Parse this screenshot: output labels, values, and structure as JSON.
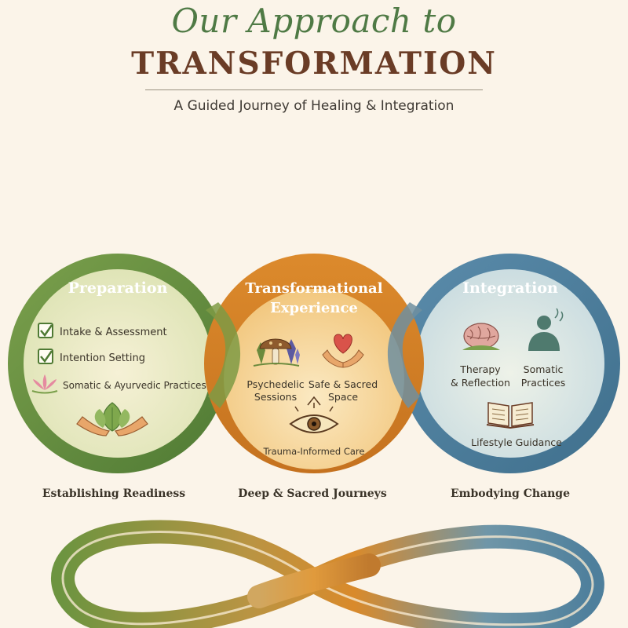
{
  "header": {
    "script_title": "Our Approach to",
    "main_title": "TRANSFORMATION",
    "subtitle": "A Guided Journey of Healing & Integration"
  },
  "stages": {
    "preparation": {
      "title": "Preparation",
      "items": [
        "Intake & Assessment",
        "Intention Setting",
        "Somatic & Ayurvedic Practices"
      ],
      "caption": "Establishing Readiness"
    },
    "experience": {
      "title_line1": "Transformational",
      "title_line2": "Experience",
      "item1_line1": "Psychedelic",
      "item1_line2": "Sessions",
      "item2_line1": "Safe & Sacred",
      "item2_line2": "Space",
      "item3": "Trauma-Informed Care",
      "caption": "Deep & Sacred Journeys"
    },
    "integration": {
      "title": "Integration",
      "item1_line1": "Therapy",
      "item1_line2": "& Reflection",
      "item2_line1": "Somatic",
      "item2_line2": "Practices",
      "item3": "Lifestyle Guidance",
      "caption": "Embodying Change"
    }
  },
  "icons": {
    "checkbox": "checkbox-icon",
    "lotus": "lotus-icon",
    "hands_leaf": "hands-holding-leaf-icon",
    "mushroom": "mushroom-crystals-icon",
    "heart_hands": "heart-hands-icon",
    "eye": "eye-icon",
    "brain": "brain-icon",
    "person": "person-silhouette-icon",
    "book": "open-book-icon"
  },
  "colors": {
    "green": "#5f8a3c",
    "orange": "#d98a2b",
    "blue": "#4e7f9c",
    "title_green": "#4f7a45",
    "title_brown": "#6a3c26",
    "background": "#fbf4e9"
  }
}
